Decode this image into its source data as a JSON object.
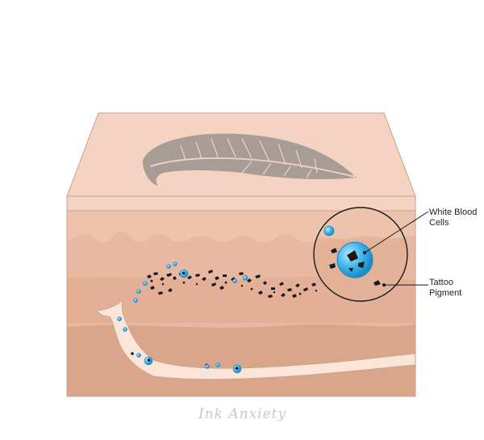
{
  "labels": {
    "white_blood_cells_line1": "White Blood",
    "white_blood_cells_line2": "Cells",
    "tattoo_pigment_line1": "Tattoo",
    "tattoo_pigment_line2": "Pigment"
  },
  "watermark": "Ink Anxiety",
  "colors": {
    "epidermis_top": "#f5d3c2",
    "skin_side": "#eec3ae",
    "dermis": "#e8b8a2",
    "dermis_stripe": "#e1ab93",
    "hypodermis": "#d9a68c",
    "vessel": "#fbe4d8",
    "pigment": "#1a1a1a",
    "white_blood_cell": "#3fb4ea",
    "feather": "#a89c96",
    "outline": "#c99f8b"
  },
  "icons": {
    "tattoo_design": "feather-icon",
    "cell": "white-blood-cell-icon"
  }
}
